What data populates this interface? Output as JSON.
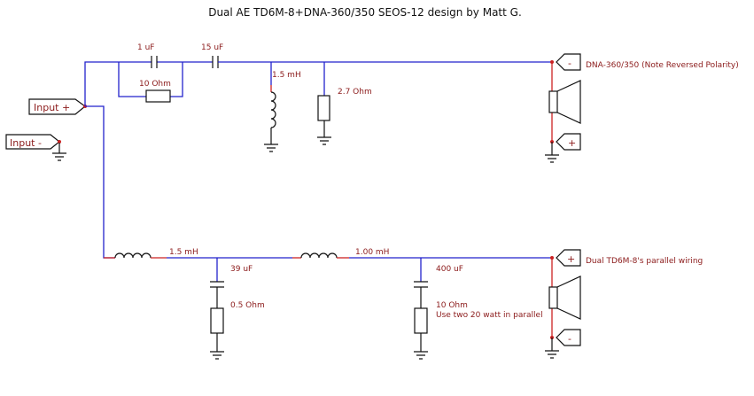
{
  "title": "Dual AE TD6M-8+DNA-360/350 SEOS-12 design by Matt G.",
  "inputs": {
    "positive": "Input +",
    "negative": "Input -"
  },
  "high_pass": {
    "cap1": "1 uF",
    "resistor_parallel": "10 Ohm",
    "cap2": "15 uF",
    "shunt_inductor": "1.5 mH",
    "shunt_resistor": "2.7 Ohm",
    "driver_label": "DNA-360/350 (Note Reversed Polarity)",
    "top_terminal": "-",
    "bottom_terminal": "+"
  },
  "low_pass": {
    "inductor1": "1.5 mH",
    "cap1": "39 uF",
    "res1": "0.5 Ohm",
    "inductor2": "1.00 mH",
    "cap2": "400 uF",
    "res2": "10 Ohm",
    "res2_note": "Use two 20 watt in parallel",
    "driver_label": "Dual TD6M-8's parallel wiring",
    "top_terminal": "+",
    "bottom_terminal": "-"
  },
  "colors": {
    "wire": "#2222cc",
    "label": "#8b1a1a",
    "driver_wire": "#cc2222"
  }
}
